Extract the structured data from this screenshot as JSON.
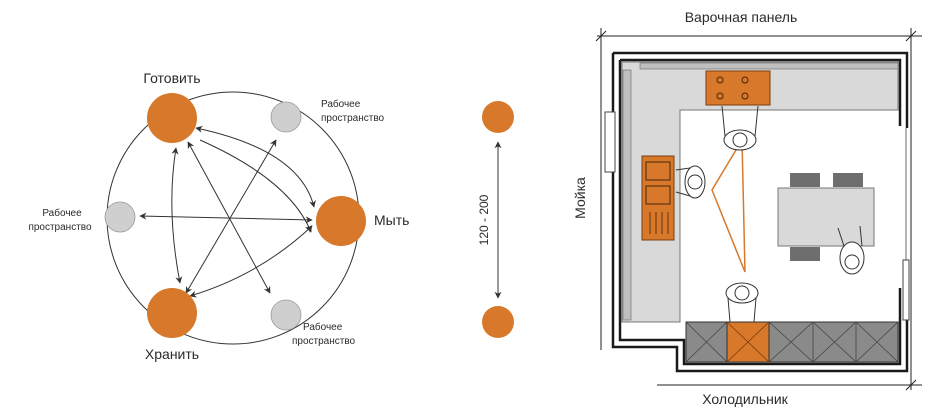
{
  "workflow": {
    "nodes": {
      "cook": "Готовить",
      "wash": "Мыть",
      "store": "Хранить",
      "work_top": [
        "Рабочее",
        "пространство"
      ],
      "work_left": [
        "Рабочее",
        "пространство"
      ],
      "work_bottom": [
        "Рабочее",
        "пространство"
      ]
    },
    "colors": {
      "main": "#d7782a",
      "secondary": "#cfcfcf"
    }
  },
  "distance": {
    "label": "120 - 200"
  },
  "plan": {
    "top_label": "Варочная панель",
    "left_label": "Мойка",
    "bottom_label": "Холодильник",
    "colors": {
      "accent": "#d7782a",
      "counter": "#d9d9d9",
      "wall": "#1a1a1a"
    }
  }
}
